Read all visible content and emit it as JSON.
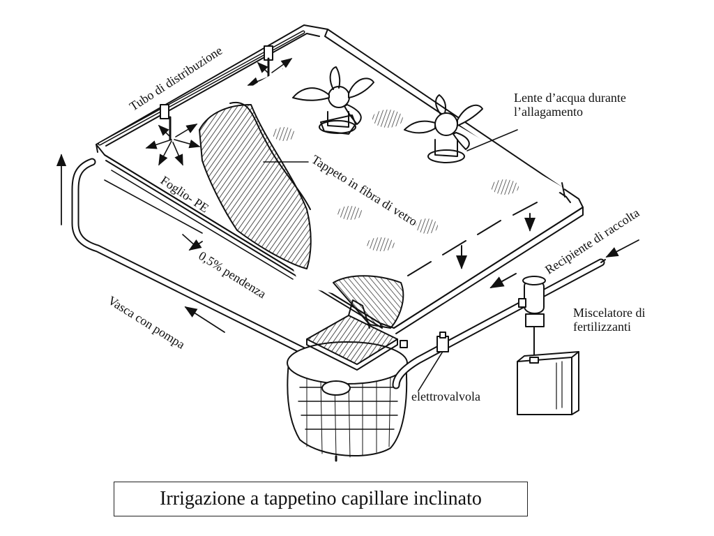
{
  "labels": {
    "distribution_tube": "Tubo di distribuzione",
    "water_lens": "Lente d’acqua durante l’allagamento",
    "fiberglass_mat": "Tappeto in fibra di vetro",
    "pe_sheet": "Foglio- PE",
    "collection_container": "Recipiente di raccolta",
    "slope": "0,5% pendenza",
    "tank_pump": "Vasca con pompa",
    "fertilizer_mixer": "Miscelatore di fertilizzanti",
    "solenoid_valve": "elettrovalvola"
  },
  "caption": "Irrigazione a tappetino capillare inclinato",
  "colors": {
    "ink": "#111111",
    "background": "#ffffff"
  }
}
